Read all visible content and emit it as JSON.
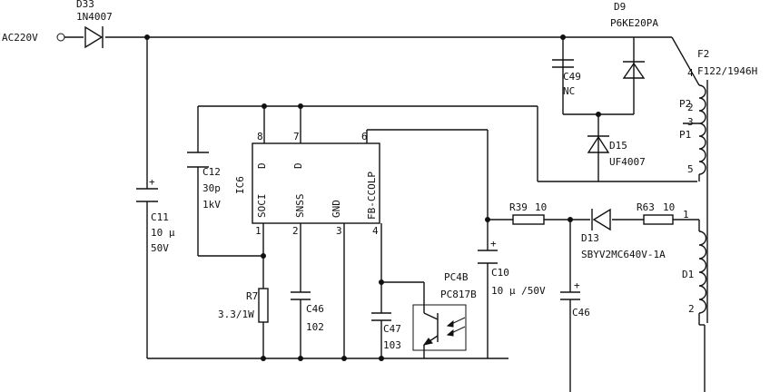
{
  "input": {
    "label": "AC220V"
  },
  "components": {
    "D33": {
      "ref": "D33",
      "value": "1N4007"
    },
    "D9": {
      "ref": "D9",
      "value": "P6KE20PA"
    },
    "F2": {
      "ref": "F2",
      "value": "F122/1946H"
    },
    "C49": {
      "ref": "C49",
      "value": "NC"
    },
    "D15": {
      "ref": "D15",
      "value": "UF4007"
    },
    "C12": {
      "ref": "C12",
      "value": "30p",
      "rating": "1kV"
    },
    "C11": {
      "ref": "C11",
      "value": "10 μ",
      "rating": "50V"
    },
    "IC6": {
      "ref": "IC6"
    },
    "R39": {
      "ref": "R39",
      "value": "10"
    },
    "R63": {
      "ref": "R63",
      "value": "10"
    },
    "D13": {
      "ref": "D13",
      "value": "SBYV2MC640V-1A"
    },
    "C10": {
      "ref": "C10",
      "value": "10 μ /50V"
    },
    "PC4B": {
      "ref": "PC4B",
      "value": "PC817B"
    },
    "C46a": {
      "ref": "C46",
      "value": "102"
    },
    "C46b": {
      "ref": "C46"
    },
    "C47": {
      "ref": "C47",
      "value": "103"
    },
    "R7": {
      "ref": "R7",
      "value": "3.3/1W"
    }
  },
  "ic_pins": {
    "p8": {
      "num": "8",
      "name": "D"
    },
    "p7": {
      "num": "7",
      "name": "D"
    },
    "p6": {
      "num": "6"
    },
    "p1": {
      "num": "1",
      "name": "SOCI"
    },
    "p2": {
      "num": "2",
      "name": "SNSS"
    },
    "p3": {
      "num": "3",
      "name": "GND"
    },
    "p4": {
      "num": "4",
      "name": "FB-CCOLP"
    }
  },
  "transformer": {
    "pins": {
      "p4": "4",
      "p2": "2",
      "p3": "3",
      "p5": "5",
      "d1p1": "1",
      "d1p2": "2"
    },
    "windings": {
      "P2": "P2",
      "P1": "P1",
      "D1": "D1"
    }
  },
  "polarity": {
    "plus": "+"
  }
}
